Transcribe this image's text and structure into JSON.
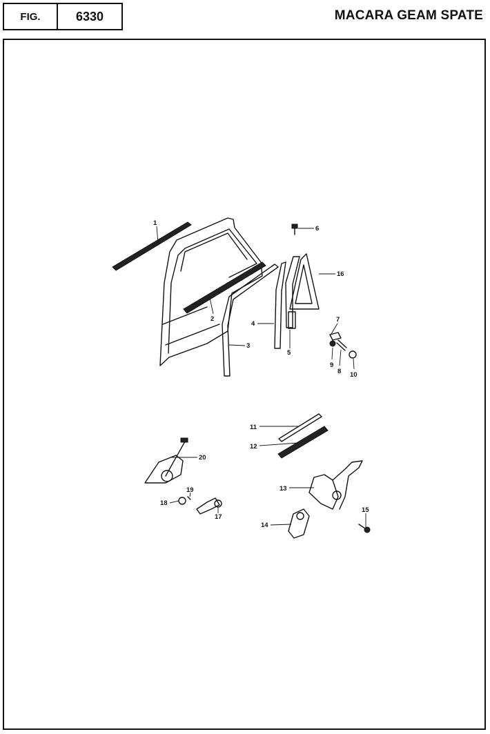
{
  "header": {
    "fig_label": "FIG.",
    "fig_number": "6330",
    "title": "MACARA GEAM SPATE"
  },
  "callouts": [
    {
      "id": "1",
      "label": "1"
    },
    {
      "id": "2",
      "label": "2"
    },
    {
      "id": "3",
      "label": "3"
    },
    {
      "id": "4",
      "label": "4"
    },
    {
      "id": "5",
      "label": "5"
    },
    {
      "id": "6",
      "label": "6"
    },
    {
      "id": "7",
      "label": "7"
    },
    {
      "id": "8",
      "label": "8"
    },
    {
      "id": "9",
      "label": "9"
    },
    {
      "id": "10",
      "label": "10"
    },
    {
      "id": "11",
      "label": "11"
    },
    {
      "id": "12",
      "label": "12"
    },
    {
      "id": "13",
      "label": "13"
    },
    {
      "id": "14",
      "label": "14"
    },
    {
      "id": "15",
      "label": "15"
    },
    {
      "id": "16",
      "label": "16"
    },
    {
      "id": "17",
      "label": "17"
    },
    {
      "id": "18",
      "label": "18"
    },
    {
      "id": "19",
      "label": "19"
    },
    {
      "id": "20",
      "label": "20"
    }
  ]
}
